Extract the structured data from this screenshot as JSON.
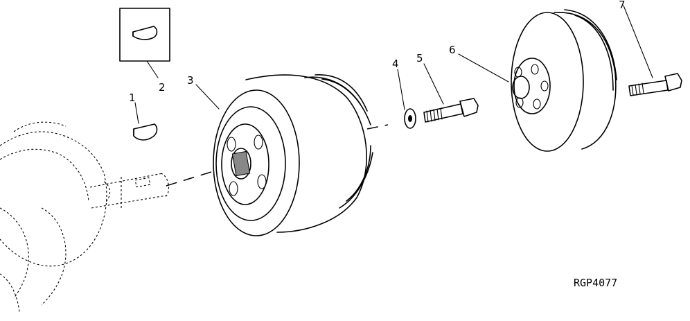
{
  "callouts": [
    "1",
    "2",
    "3",
    "4",
    "5",
    "6",
    "7"
  ],
  "figure_code": "RGP4077",
  "colors": {
    "ink": "#000000",
    "paper": "#ffffff"
  }
}
